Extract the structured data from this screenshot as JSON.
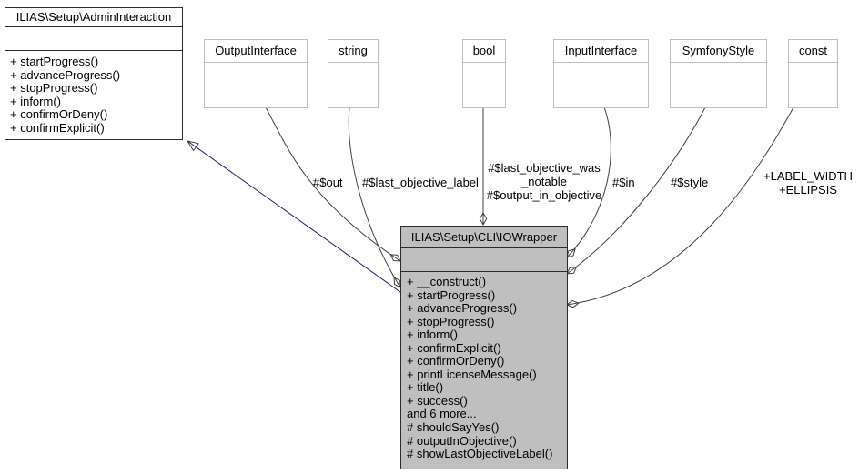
{
  "diagram": {
    "kind": "uml-collaboration-diagram",
    "palette": {
      "background": "#ffffff",
      "edge_color": "#404040",
      "inheritance_color": "#191970",
      "focus_fill": "#bfbfbf",
      "node_border": "#2b2b2b",
      "muted_border": "#bfbfbf"
    }
  },
  "classes": {
    "admin_interaction": {
      "title": "ILIAS\\Setup\\AdminInteraction",
      "methods": [
        "+ startProgress()",
        "+ advanceProgress()",
        "+ stopProgress()",
        "+ inform()",
        "+ confirmOrDeny()",
        "+ confirmExplicit()"
      ]
    },
    "iowrapper": {
      "title": "ILIAS\\Setup\\CLI\\IOWrapper",
      "methods": [
        "+ __construct()",
        "+ startProgress()",
        "+ advanceProgress()",
        "+ stopProgress()",
        "+ inform()",
        "+ confirmExplicit()",
        "+ confirmOrDeny()",
        "+ printLicenseMessage()",
        "+ title()",
        "+ success()",
        "and 6 more...",
        "# shouldSayYes()",
        "# outputInObjective()",
        "# showLastObjectiveLabel()"
      ]
    },
    "types": [
      {
        "title": "OutputInterface"
      },
      {
        "title": "string"
      },
      {
        "title": "bool"
      },
      {
        "title": "InputInterface"
      },
      {
        "title": "SymfonyStyle"
      },
      {
        "title": "const"
      }
    ]
  },
  "edge_labels": {
    "out": "#$out",
    "last_objective": "#$last_objective_label",
    "bool_line1": "#$last_objective_was",
    "bool_line2": "_notable",
    "bool_line3": "#$output_in_objective",
    "in": "#$in",
    "style": "#$style",
    "const_line1": "+LABEL_WIDTH",
    "const_line2": "+ELLIPSIS"
  }
}
